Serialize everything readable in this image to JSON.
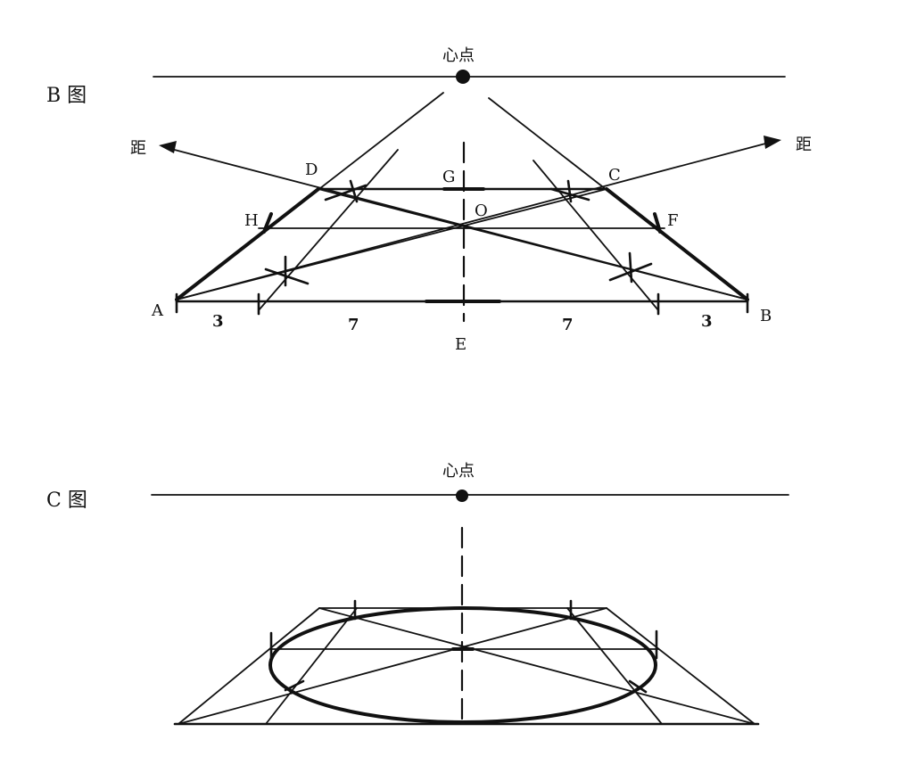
{
  "figure_b": {
    "title": "B 图",
    "vanishing_point_label": "心点",
    "distance_left_label": "距",
    "distance_right_label": "距",
    "points": {
      "A": "A",
      "B": "B",
      "C": "C",
      "D": "D",
      "E": "E",
      "F": "F",
      "G": "G",
      "H": "H",
      "O": "O"
    },
    "segments": [
      "3",
      "7",
      "7",
      "3"
    ]
  },
  "figure_c": {
    "title": "C 图",
    "vanishing_point_label": "心点"
  }
}
